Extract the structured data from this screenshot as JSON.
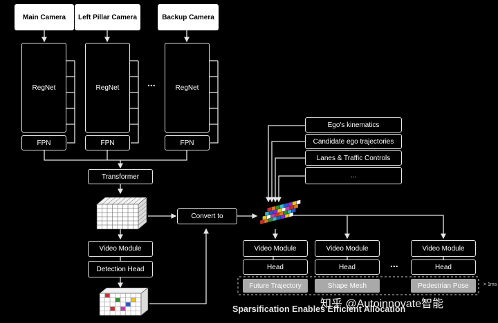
{
  "cameras": [
    {
      "id": "main",
      "label": "Main Camera"
    },
    {
      "id": "left-pillar",
      "label": "Left Pillar Camera"
    },
    {
      "id": "backup",
      "label": "Backup Camera"
    }
  ],
  "backbones": {
    "regnet": "RegNet",
    "fpn": "FPN",
    "ellipsis": "..."
  },
  "pipeline": {
    "transformer": "Transformer",
    "video_module": "Video Module",
    "detection_head": "Detection Head",
    "convert": "Convert to"
  },
  "inputs": [
    {
      "id": "ego-kinematics",
      "label": "Ego's kinematics"
    },
    {
      "id": "candidate-trajectories",
      "label": "Candidate ego trajectories"
    },
    {
      "id": "lanes-traffic",
      "label": "Lanes & Traffic Controls"
    },
    {
      "id": "more",
      "label": "..."
    }
  ],
  "heads": [
    {
      "id": "future-trajectory",
      "video": "Video Module",
      "head": "Head",
      "output": "Future Trajectory"
    },
    {
      "id": "shape-mesh",
      "video": "Video Module",
      "head": "Head",
      "output": "Shape Mesh"
    },
    {
      "id": "pedestrian-pose",
      "video": "Video Module",
      "head": "Head",
      "output": "Pedestrian Pose"
    }
  ],
  "heads_ellipsis": "...",
  "side_note": "> 1ms",
  "caption": "Sparsification Enables Efficient Allocation",
  "watermark": "知乎 @Autoinnovate智能",
  "colors": {
    "background": "#000000",
    "white_box": "#ffffff",
    "grey_box": "#a9a9a9",
    "line": "#e6e6e6"
  }
}
